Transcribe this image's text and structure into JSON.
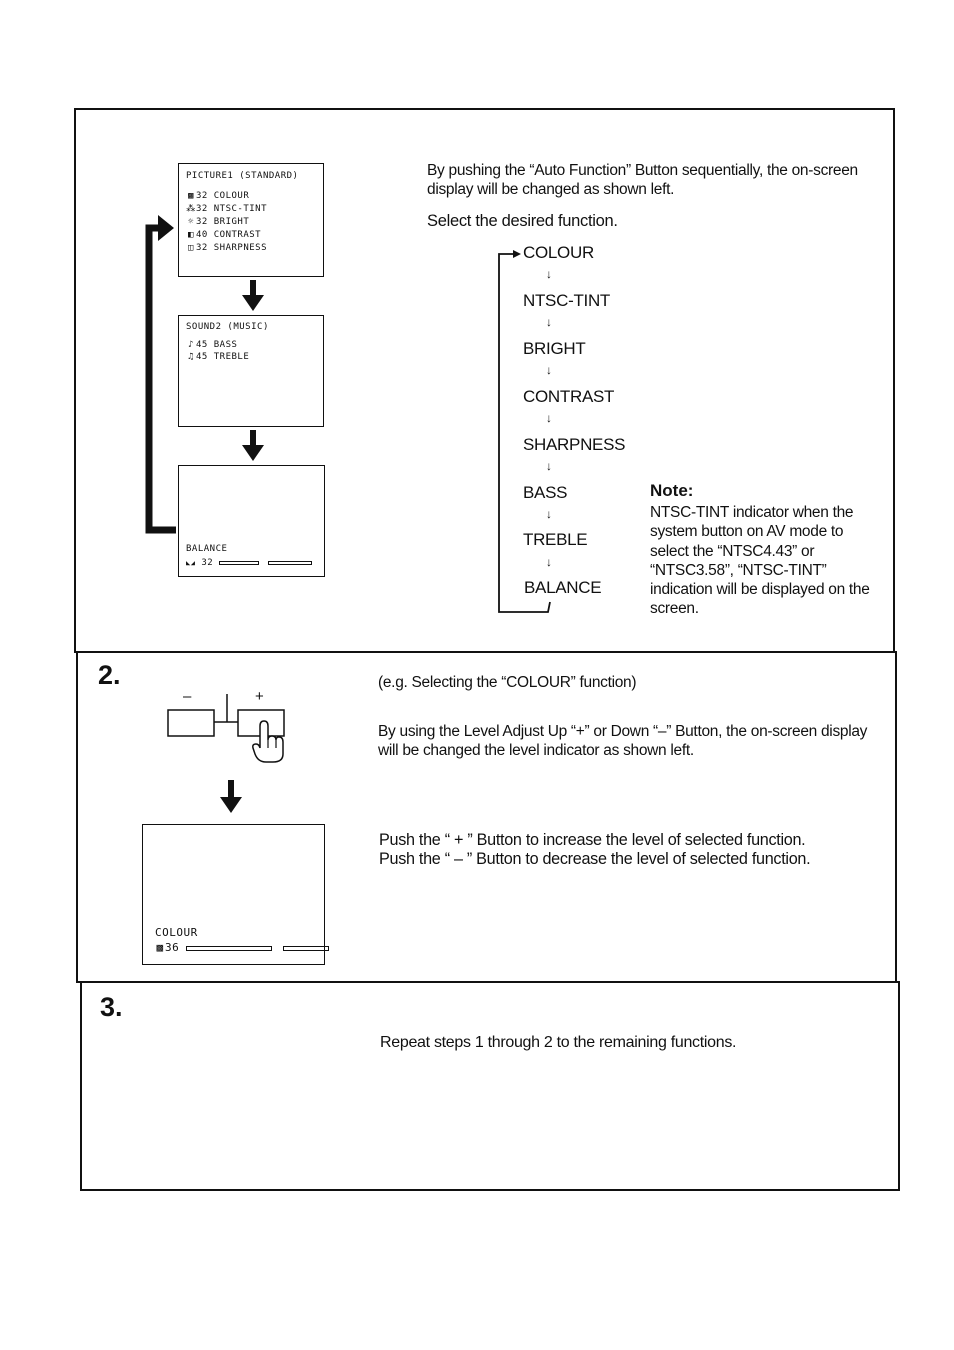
{
  "section1": {
    "osd_picture": {
      "title": "PICTURE1 (STANDARD)",
      "rows": [
        {
          "icon": "colour-icon",
          "glyph": "▩",
          "text": "32 COLOUR"
        },
        {
          "icon": "tint-icon",
          "glyph": "⁂",
          "text": "32 NTSC-TINT"
        },
        {
          "icon": "bright-icon",
          "glyph": "☼",
          "text": "32 BRIGHT"
        },
        {
          "icon": "contrast-icon",
          "glyph": "◧",
          "text": "40 CONTRAST"
        },
        {
          "icon": "sharpness-icon",
          "glyph": "◫",
          "text": "32 SHARPNESS"
        }
      ]
    },
    "osd_sound": {
      "title": "SOUND2 (MUSIC)",
      "rows": [
        {
          "icon": "bass-icon",
          "glyph": "♪",
          "text": "45 BASS"
        },
        {
          "icon": "treble-icon",
          "glyph": "♫",
          "text": "45 TREBLE"
        }
      ]
    },
    "osd_balance": {
      "label": "BALANCE",
      "glyph": "◣◢",
      "value": "32"
    },
    "intro": "By pushing the “Auto Function” Button sequentially, the on-screen display will be changed as shown left.",
    "select": "Select the desired function.",
    "flow": [
      "COLOUR",
      "NTSC-TINT",
      "BRIGHT",
      "CONTRAST",
      "SHARPNESS",
      "BASS",
      "TREBLE",
      "BALANCE"
    ],
    "note_title": "Note:",
    "note_body": "NTSC-TINT indicator when the system button on AV mode to select the “NTSC4.43” or “NTSC3.58”, “NTSC-TINT” indication will be displayed on the screen."
  },
  "section2": {
    "number": "2.",
    "minus": "–",
    "plus": "+",
    "osd_label": "COLOUR",
    "osd_value": "36",
    "eg": "(e.g. Selecting the “COLOUR” function)",
    "desc": "By using the Level Adjust Up “+” or Down “–” Button, the on-screen display will be changed the level indicator as shown left.",
    "push_plus": "Push the “ + ” Button to increase the level of selected function.",
    "push_minus": "Push the “ – ” Button to decrease the level of selected function."
  },
  "section3": {
    "number": "3.",
    "text": "Repeat steps 1 through 2 to the remaining functions."
  }
}
